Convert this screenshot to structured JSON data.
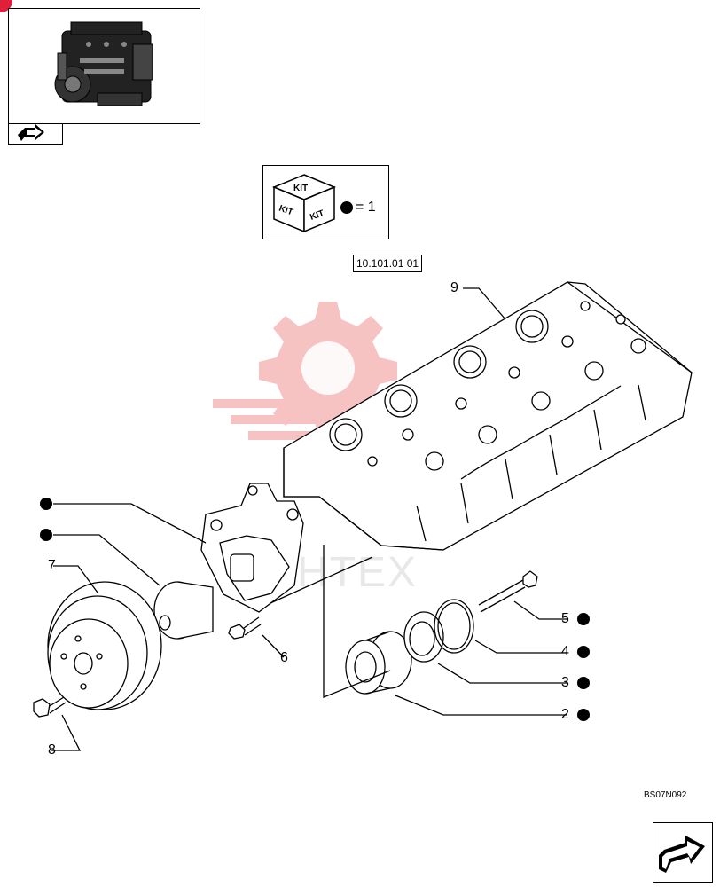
{
  "kit_legend": {
    "equals_text": "= 1",
    "cube_text": "KIT"
  },
  "reference_label": "10.101.01 01",
  "drawing_code": "BS07N092",
  "watermark": "HTEX",
  "callouts": {
    "part_9": "9",
    "part_7": "7",
    "part_6": "6",
    "part_8": "8",
    "part_5": "5",
    "part_4": "4",
    "part_3": "3",
    "part_2": "2"
  },
  "icons": [
    "engine-thumbnail-icon",
    "back-arrow-icon",
    "kit-cube-icon",
    "next-page-arrow-icon"
  ],
  "colors": {
    "line": "#000000",
    "watermark": "#f2a0a0",
    "corner_badge": "#e0203a"
  }
}
